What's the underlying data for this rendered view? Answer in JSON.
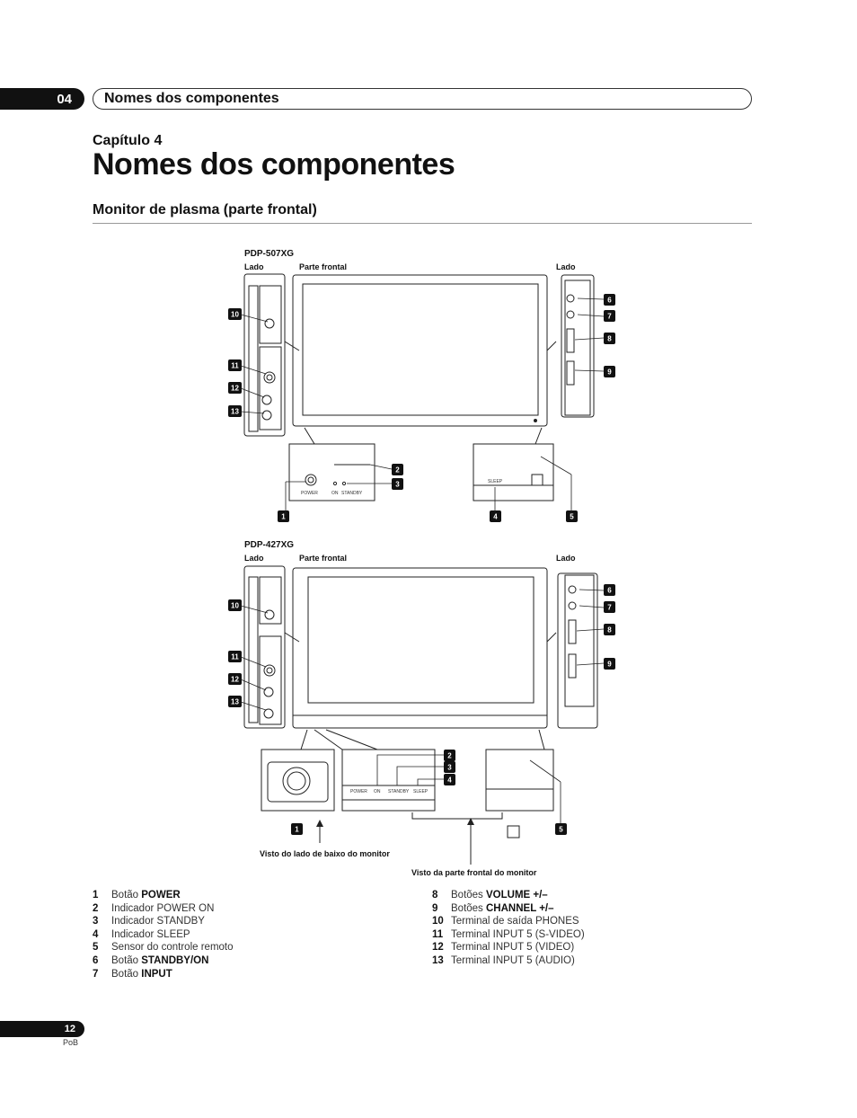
{
  "header": {
    "chapter_num": "04",
    "title": "Nomes dos componentes"
  },
  "chapter_label": "Capítulo 4",
  "page_title": "Nomes dos componentes",
  "section_title": "Monitor de plasma (parte frontal)",
  "diagram1": {
    "model": "PDP-507XG",
    "left": "Lado",
    "front": "Parte frontal",
    "right": "Lado",
    "power": "POWER",
    "on": "ON",
    "standby": "STANDBY",
    "sleep": "SLEEP"
  },
  "diagram2": {
    "model": "PDP-427XG",
    "left": "Lado",
    "front": "Parte frontal",
    "right": "Lado",
    "power": "POWER",
    "on": "ON",
    "standby": "STANDBY",
    "sleep": "SLEEP",
    "bottom_caption": "Visto do lado de baixo do monitor",
    "front_caption": "Visto da parte frontal do monitor"
  },
  "legend_left": [
    {
      "n": "1",
      "t": "Botão ",
      "b": "POWER"
    },
    {
      "n": "2",
      "t": "Indicador POWER ON",
      "b": ""
    },
    {
      "n": "3",
      "t": "Indicador STANDBY",
      "b": ""
    },
    {
      "n": "4",
      "t": "Indicador SLEEP",
      "b": ""
    },
    {
      "n": "5",
      "t": "Sensor do controle remoto",
      "b": ""
    },
    {
      "n": "6",
      "t": "Botão ",
      "b": "STANDBY/ON"
    },
    {
      "n": "7",
      "t": "Botão ",
      "b": "INPUT"
    }
  ],
  "legend_right": [
    {
      "n": "8",
      "t": "Botões ",
      "b": "VOLUME +/–"
    },
    {
      "n": "9",
      "t": "Botões ",
      "b": "CHANNEL +/–"
    },
    {
      "n": "10",
      "t": "Terminal de saída PHONES",
      "b": ""
    },
    {
      "n": "11",
      "t": "Terminal INPUT 5 (S-VIDEO)",
      "b": ""
    },
    {
      "n": "12",
      "t": "Terminal INPUT 5 (VIDEO)",
      "b": ""
    },
    {
      "n": "13",
      "t": "Terminal INPUT 5 (AUDIO)",
      "b": ""
    }
  ],
  "footer": {
    "page": "12",
    "lang": "PoB"
  }
}
